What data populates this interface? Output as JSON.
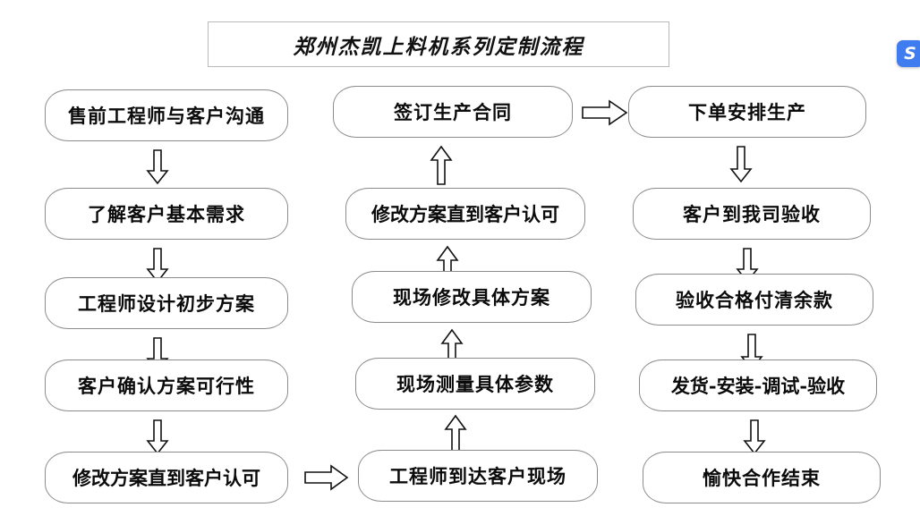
{
  "title": {
    "text": "郑州杰凯上料机系列定制流程"
  },
  "badge": {
    "glyph": "S"
  },
  "colors": {
    "box_border": "#8c8c8c",
    "title_border": "#b9b9b9",
    "text": "#0b0b0b",
    "arrow_stroke": "#111111",
    "badge_bg": "#3e7cf0",
    "background": "#ffffff"
  },
  "chart_data": {
    "type": "flowchart",
    "title": "郑州杰凯上料机系列定制流程",
    "columns": 3,
    "flow_direction": [
      "column-1: top-to-bottom",
      "column-2: bottom-to-top",
      "column-3: top-to-bottom"
    ],
    "nodes": [
      {
        "id": "c1n1",
        "column": 1,
        "order": 1,
        "label": "售前工程师与客户沟通"
      },
      {
        "id": "c1n2",
        "column": 1,
        "order": 2,
        "label": "了解客户基本需求"
      },
      {
        "id": "c1n3",
        "column": 1,
        "order": 3,
        "label": "工程师设计初步方案"
      },
      {
        "id": "c1n4",
        "column": 1,
        "order": 4,
        "label": "客户确认方案可行性"
      },
      {
        "id": "c1n5",
        "column": 1,
        "order": 5,
        "label": "修改方案直到客户认可"
      },
      {
        "id": "c2n1",
        "column": 2,
        "order": 1,
        "label": "工程师到达客户现场"
      },
      {
        "id": "c2n2",
        "column": 2,
        "order": 2,
        "label": "现场测量具体参数"
      },
      {
        "id": "c2n3",
        "column": 2,
        "order": 3,
        "label": "现场修改具体方案"
      },
      {
        "id": "c2n4",
        "column": 2,
        "order": 4,
        "label": "修改方案直到客户认可"
      },
      {
        "id": "c2n5",
        "column": 2,
        "order": 5,
        "label": "签订生产合同"
      },
      {
        "id": "c3n1",
        "column": 3,
        "order": 1,
        "label": "下单安排生产"
      },
      {
        "id": "c3n2",
        "column": 3,
        "order": 2,
        "label": "客户到我司验收"
      },
      {
        "id": "c3n3",
        "column": 3,
        "order": 3,
        "label": "验收合格付清余款"
      },
      {
        "id": "c3n4",
        "column": 3,
        "order": 4,
        "label": "发货-安装-调试-验收"
      },
      {
        "id": "c3n5",
        "column": 3,
        "order": 5,
        "label": "愉快合作结束"
      }
    ],
    "edges": [
      {
        "from": "c1n1",
        "to": "c1n2",
        "direction": "down"
      },
      {
        "from": "c1n2",
        "to": "c1n3",
        "direction": "down"
      },
      {
        "from": "c1n3",
        "to": "c1n4",
        "direction": "down"
      },
      {
        "from": "c1n4",
        "to": "c1n5",
        "direction": "down"
      },
      {
        "from": "c1n5",
        "to": "c2n1",
        "direction": "right"
      },
      {
        "from": "c2n1",
        "to": "c2n2",
        "direction": "up"
      },
      {
        "from": "c2n2",
        "to": "c2n3",
        "direction": "up"
      },
      {
        "from": "c2n3",
        "to": "c2n4",
        "direction": "up"
      },
      {
        "from": "c2n4",
        "to": "c2n5",
        "direction": "up"
      },
      {
        "from": "c2n5",
        "to": "c3n1",
        "direction": "right"
      },
      {
        "from": "c3n1",
        "to": "c3n2",
        "direction": "down"
      },
      {
        "from": "c3n2",
        "to": "c3n3",
        "direction": "down"
      },
      {
        "from": "c3n3",
        "to": "c3n4",
        "direction": "down"
      },
      {
        "from": "c3n4",
        "to": "c3n5",
        "direction": "down"
      }
    ]
  }
}
